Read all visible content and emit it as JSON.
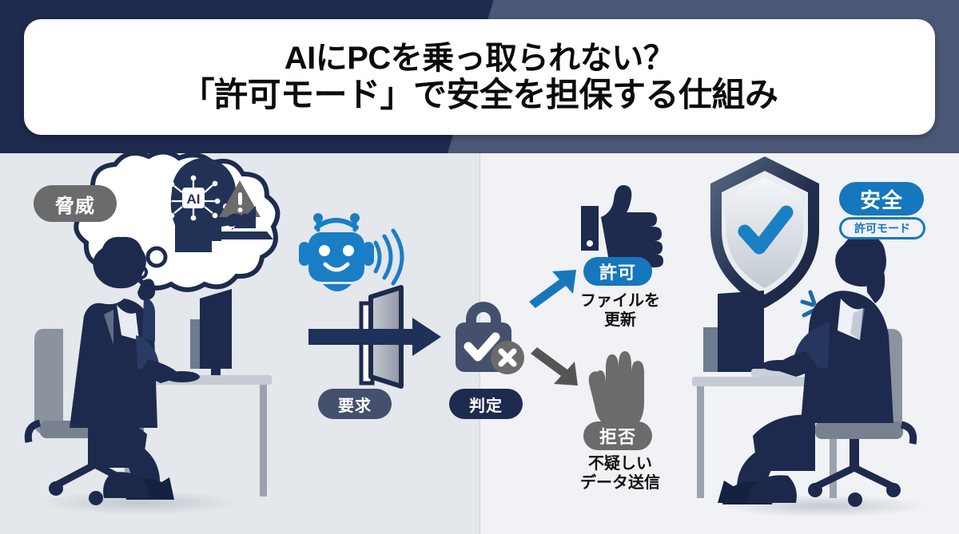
{
  "header": {
    "title_line_1": "AIにPCを乗っ取られない？",
    "title_line_2": "「許可モード」で安全を担保する仕組み",
    "bg_dark": "#1e2a4e",
    "bg_light": "#4a5776"
  },
  "colors": {
    "navy": "#1e2a4e",
    "slate": "#44506e",
    "blue": "#1677bd",
    "gray": "#6b6b6b",
    "panel_left": "#e4e7eb",
    "panel_right": "#f0f2f5",
    "shield_check": "#1a80c4"
  },
  "left_panel": {
    "badge_threat": "脅威",
    "thought_bubble": {
      "brain_label": "AI",
      "icons": [
        "ai-brain-head-icon",
        "warning-triangle-icon",
        "laptop-hand-icon"
      ]
    },
    "worker": "seated-worker-thinking"
  },
  "flow": {
    "robot": "robot-face-icon",
    "door": "open-door-icon",
    "arrow": "right-arrow-icon",
    "badge_request": "要求",
    "lock": "lock-check-icon",
    "lock_reject_badge": "x-circle-icon",
    "badge_verdict": "判定"
  },
  "outcomes": {
    "allow": {
      "badge": "許可",
      "icon": "thumbs-up-icon",
      "arrow": "arrow-up-right-icon",
      "caption": "ファイルを\n更新",
      "color": "#1677bd"
    },
    "deny": {
      "badge": "拒否",
      "icon": "stop-hand-icon",
      "arrow": "arrow-down-right-icon",
      "caption": "不疑しい\nデータ送信",
      "color": "#6b6b6b"
    }
  },
  "right_panel": {
    "shield": "shield-check-icon",
    "badge_safe": "安全",
    "badge_mode": "許可モード",
    "worker": "seated-worker-typing",
    "focus_marks": "focus-lines-icon"
  }
}
